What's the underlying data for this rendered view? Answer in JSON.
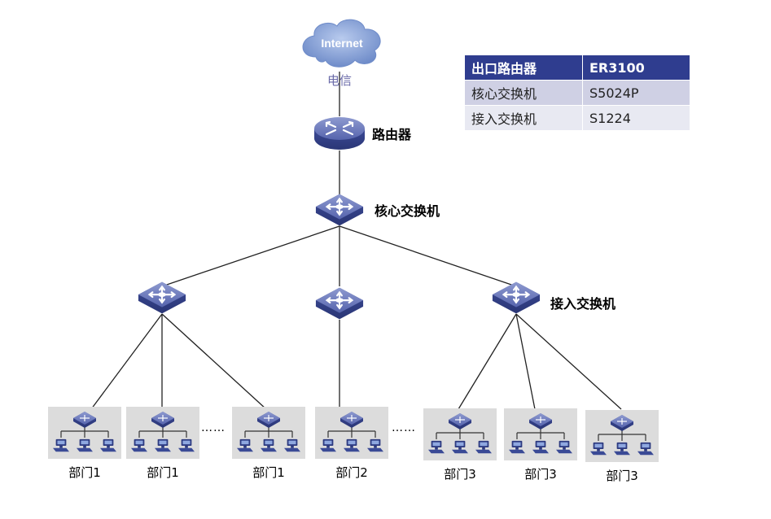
{
  "internet_label": "Internet",
  "telecom_label": "电信",
  "router_label": "路由器",
  "core_switch_label": "核心交换机",
  "access_switch_label": "接入交换机",
  "ellipsis": "……",
  "departments": [
    "部门1",
    "部门1",
    "部门1",
    "部门2",
    "部门3",
    "部门3",
    "部门3"
  ],
  "spec_table": {
    "header": [
      "出口路由器",
      "ER3100"
    ],
    "rows": [
      [
        "核心交换机",
        "S5024P"
      ],
      [
        "接入交换机",
        "S1224"
      ]
    ]
  },
  "colors": {
    "device_blue": "#3f4f9f",
    "table_header": "#2f3d8f",
    "cloud": "#8aa4d8"
  }
}
